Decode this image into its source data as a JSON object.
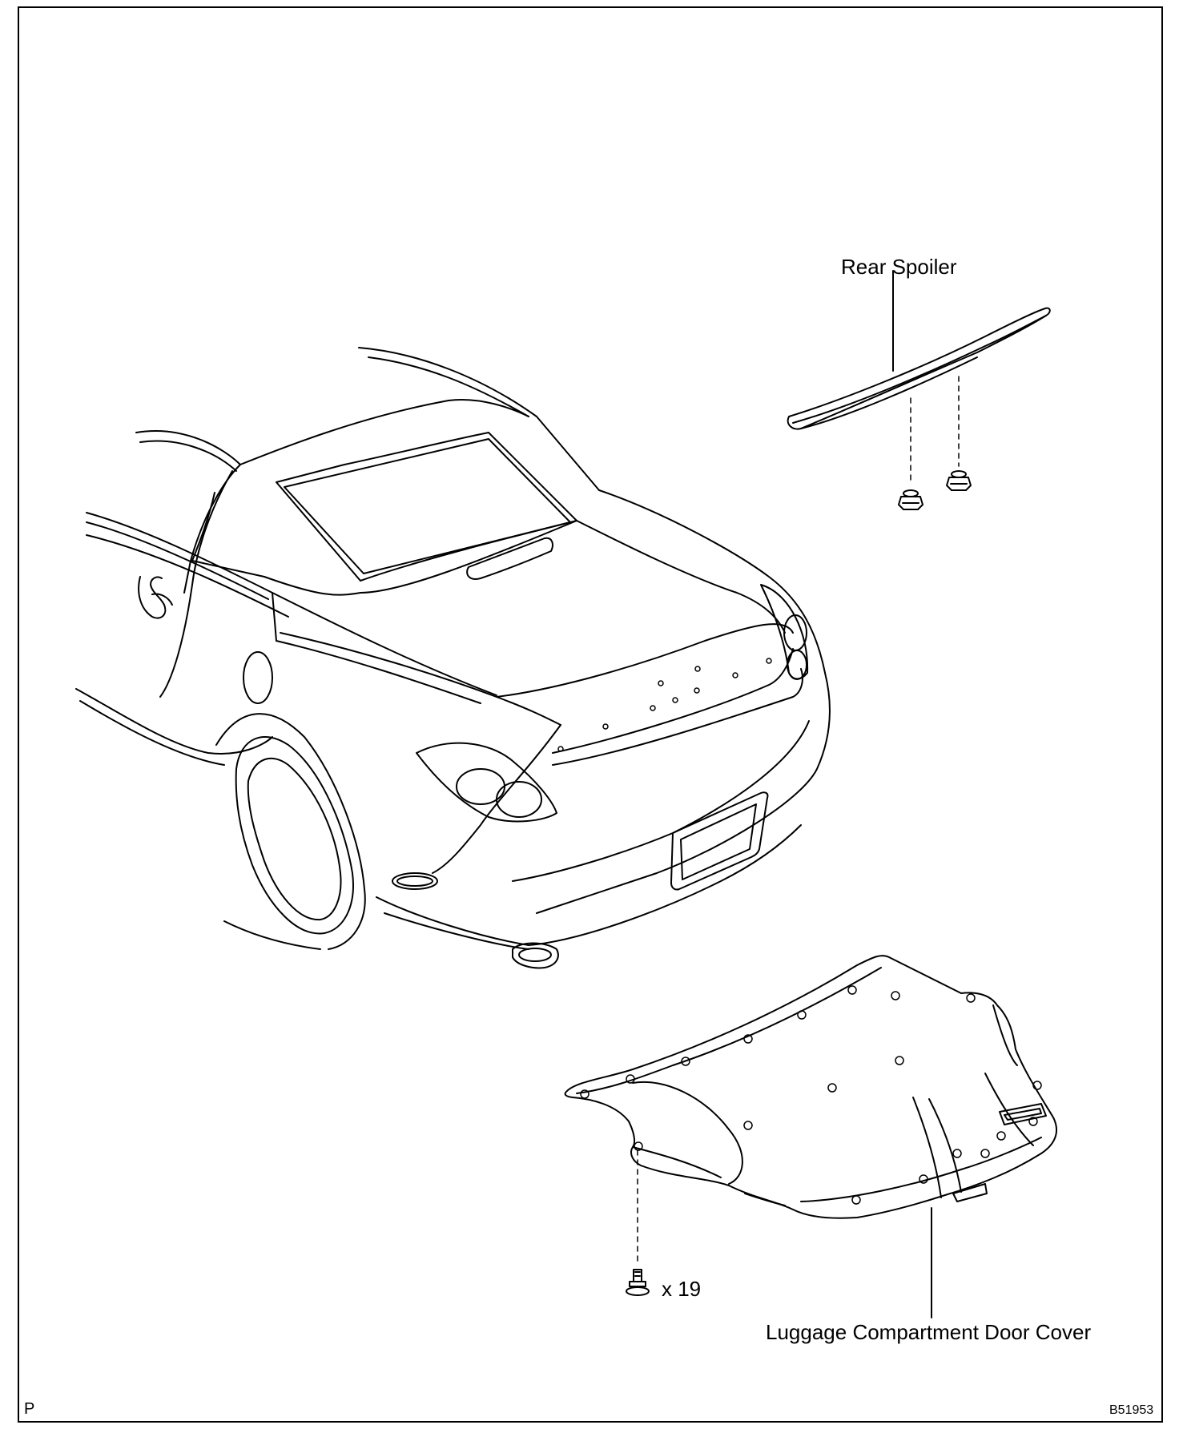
{
  "labels": {
    "rear_spoiler": "Rear Spoiler",
    "luggage_cover": "Luggage Compartment Door Cover",
    "clip_count": "x 19",
    "corner_left": "P",
    "figure_code": "B51953"
  }
}
